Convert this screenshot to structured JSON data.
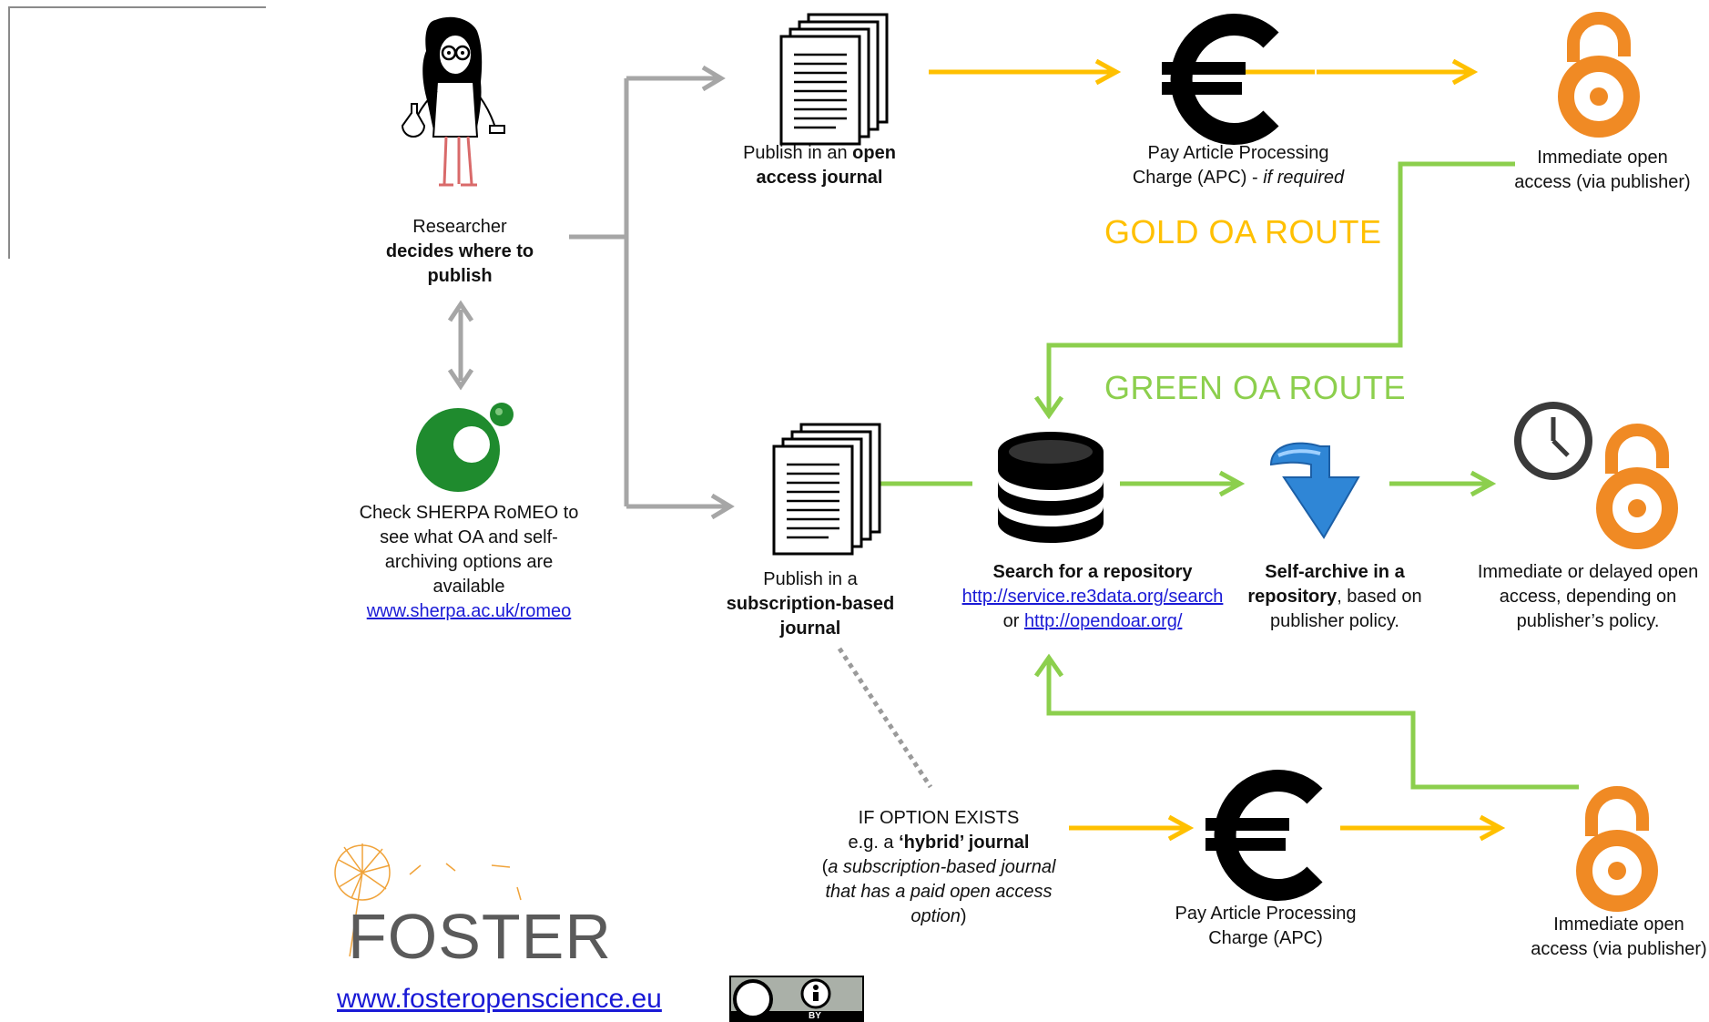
{
  "colors": {
    "gold": "#ffc000",
    "green": "#8ccf4d",
    "gray_connector": "#a6a6a6",
    "oa_orange": "#f08a24",
    "romeo_green": "#1f8b2e",
    "link_blue": "#1a1ad6"
  },
  "icons": [
    "researcher-icon",
    "document-stack-icon",
    "euro-icon",
    "open-access-icon",
    "sherpa-romeo-logo",
    "database-icon",
    "download-arrow-icon",
    "clock-icon",
    "foster-logo",
    "cc-by-badge"
  ],
  "researcher": {
    "line1": "Researcher",
    "line2": "decides where to",
    "line3": "publish"
  },
  "sherpa": {
    "line1": "Check SHERPA RoMEO to",
    "line2": "see  what OA and self-",
    "line3": "archiving options are",
    "line4": "available",
    "link": "www.sherpa.ac.uk/romeo"
  },
  "oa_journal": {
    "pre": "Publish in an ",
    "bold1": "open",
    "bold2": "access journal"
  },
  "gold_apc": {
    "line1": "Pay Article Processing",
    "line2_pre": "Charge (APC) - ",
    "line2_italic": "if required"
  },
  "gold_oa": {
    "line1": "Immediate open",
    "line2": "access (via publisher)"
  },
  "routes": {
    "gold": "GOLD OA ROUTE",
    "green": "GREEN OA ROUTE"
  },
  "subscription": {
    "line1": "Publish in a",
    "bold1": "subscription-based",
    "bold2": "journal"
  },
  "repository": {
    "bold": "Search for a repository",
    "link1": "http://service.re3data.org/search",
    "or": "or ",
    "link2": "http://opendoar.org/"
  },
  "selfarchive": {
    "bold1": "Self-archive in a",
    "bold2": "repository",
    "rest": ", based on",
    "line3": "publisher policy."
  },
  "delayed": {
    "line1": "Immediate or delayed open",
    "line2": "access, depending on",
    "line3": "publisher’s policy."
  },
  "hybrid": {
    "line1": "IF OPTION EXISTS",
    "line2_pre": "e.g.  a ",
    "line2_bold": "‘hybrid’ journal",
    "line3_pre": "(",
    "line3_italic": "a subscription-based journal",
    "line4": "that has a paid open access",
    "line5_italic": "option",
    "line5_post": ")"
  },
  "hybrid_apc": {
    "line1": "Pay Article Processing",
    "line2": "Charge (APC)"
  },
  "hybrid_oa": {
    "line1": "Immediate open",
    "line2": "access (via publisher)"
  },
  "foster": {
    "word": "FOSTER",
    "url": "www.fosteropenscience.eu",
    "cc_label": "BY"
  }
}
